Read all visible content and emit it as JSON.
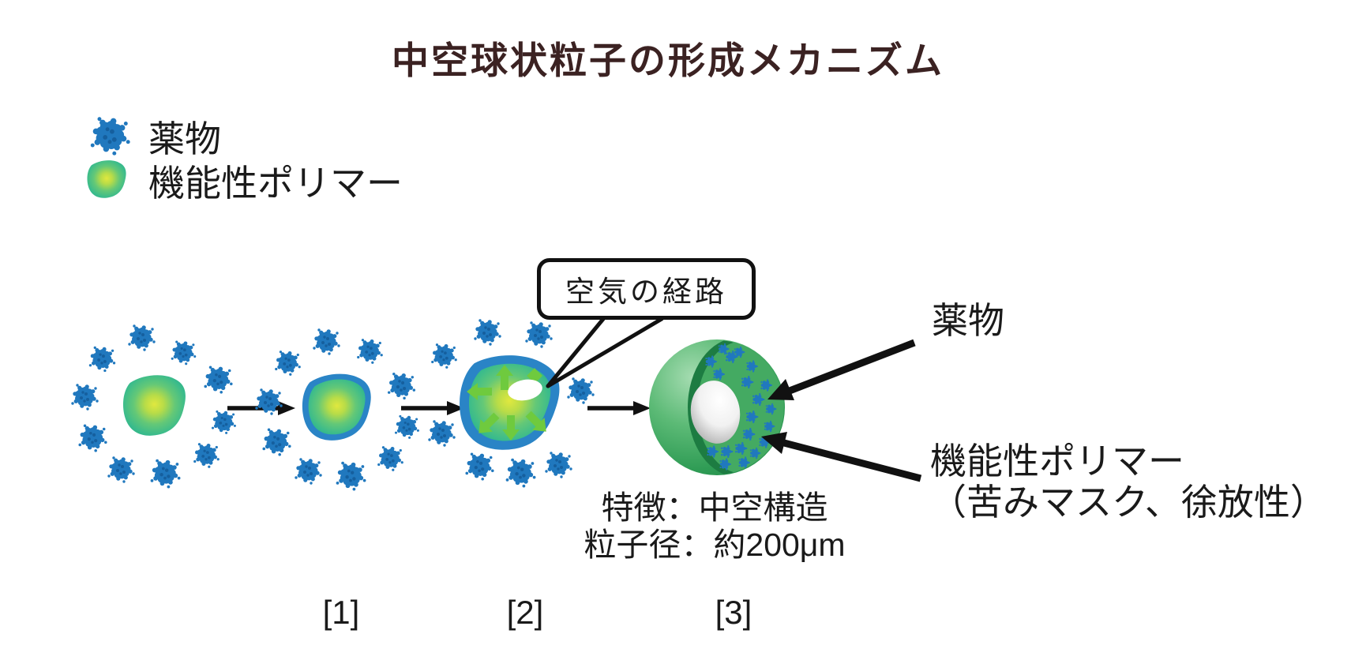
{
  "title": "中空球状粒子の形成メカニズム",
  "legend": {
    "items": [
      {
        "label": "薬物",
        "icon": "drug-particle-icon",
        "color": "#2078be"
      },
      {
        "label": "機能性ポリマー",
        "icon": "polymer-blob-icon",
        "color": "#3abd8d"
      }
    ]
  },
  "process": {
    "callout": {
      "label": "空気の経路"
    },
    "stage_labels": [
      "[1]",
      "[2]",
      "[3]"
    ]
  },
  "annotations": {
    "drug": "薬物",
    "polymer_line1": "機能性ポリマー",
    "polymer_line2": "（苦みマスク、徐放性）"
  },
  "result": {
    "feature_line1": "特徴：中空構造",
    "feature_line2": "粒子径：約200μm"
  },
  "colors": {
    "title_text": "#3b2222",
    "body_text": "#1a1a1a",
    "drug_blue": "#2078be",
    "drug_blue_dark": "#155f9e",
    "polymer_green": "#3abd8d",
    "polymer_center_yellow": "#dce63d",
    "stage2_coating_blue": "#2a84c6",
    "expansion_arrow_green": "#6fca3e",
    "sphere_green": "#2c9952",
    "cut_face_green": "#44aa62",
    "hollow_gray": "#b9b9b9",
    "arrow_black": "#111111"
  }
}
